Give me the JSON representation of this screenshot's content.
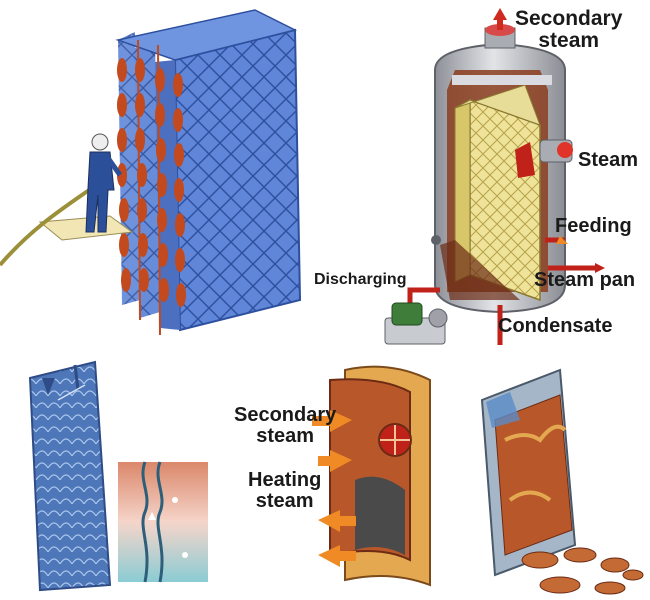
{
  "labels": {
    "secondary_steam_top": [
      "Secondary",
      "steam"
    ],
    "steam": "Steam",
    "feeding": "Feeding",
    "discharging": "Discharging",
    "steam_pan": "Steam pan",
    "condensate": "Condensate",
    "secondary_steam_bottom": [
      "Secondary",
      "steam"
    ],
    "heating_steam": [
      "Heating",
      "steam"
    ]
  },
  "colors": {
    "plate_blue": "#5f86d8",
    "plate_edge": "#c24a1e",
    "tank_gray": "#b9bcc2",
    "core_yellow": "#efe39a",
    "pipe_red": "#c0221a",
    "arrow_orange": "#f08a24",
    "rust": "#b8582a"
  }
}
